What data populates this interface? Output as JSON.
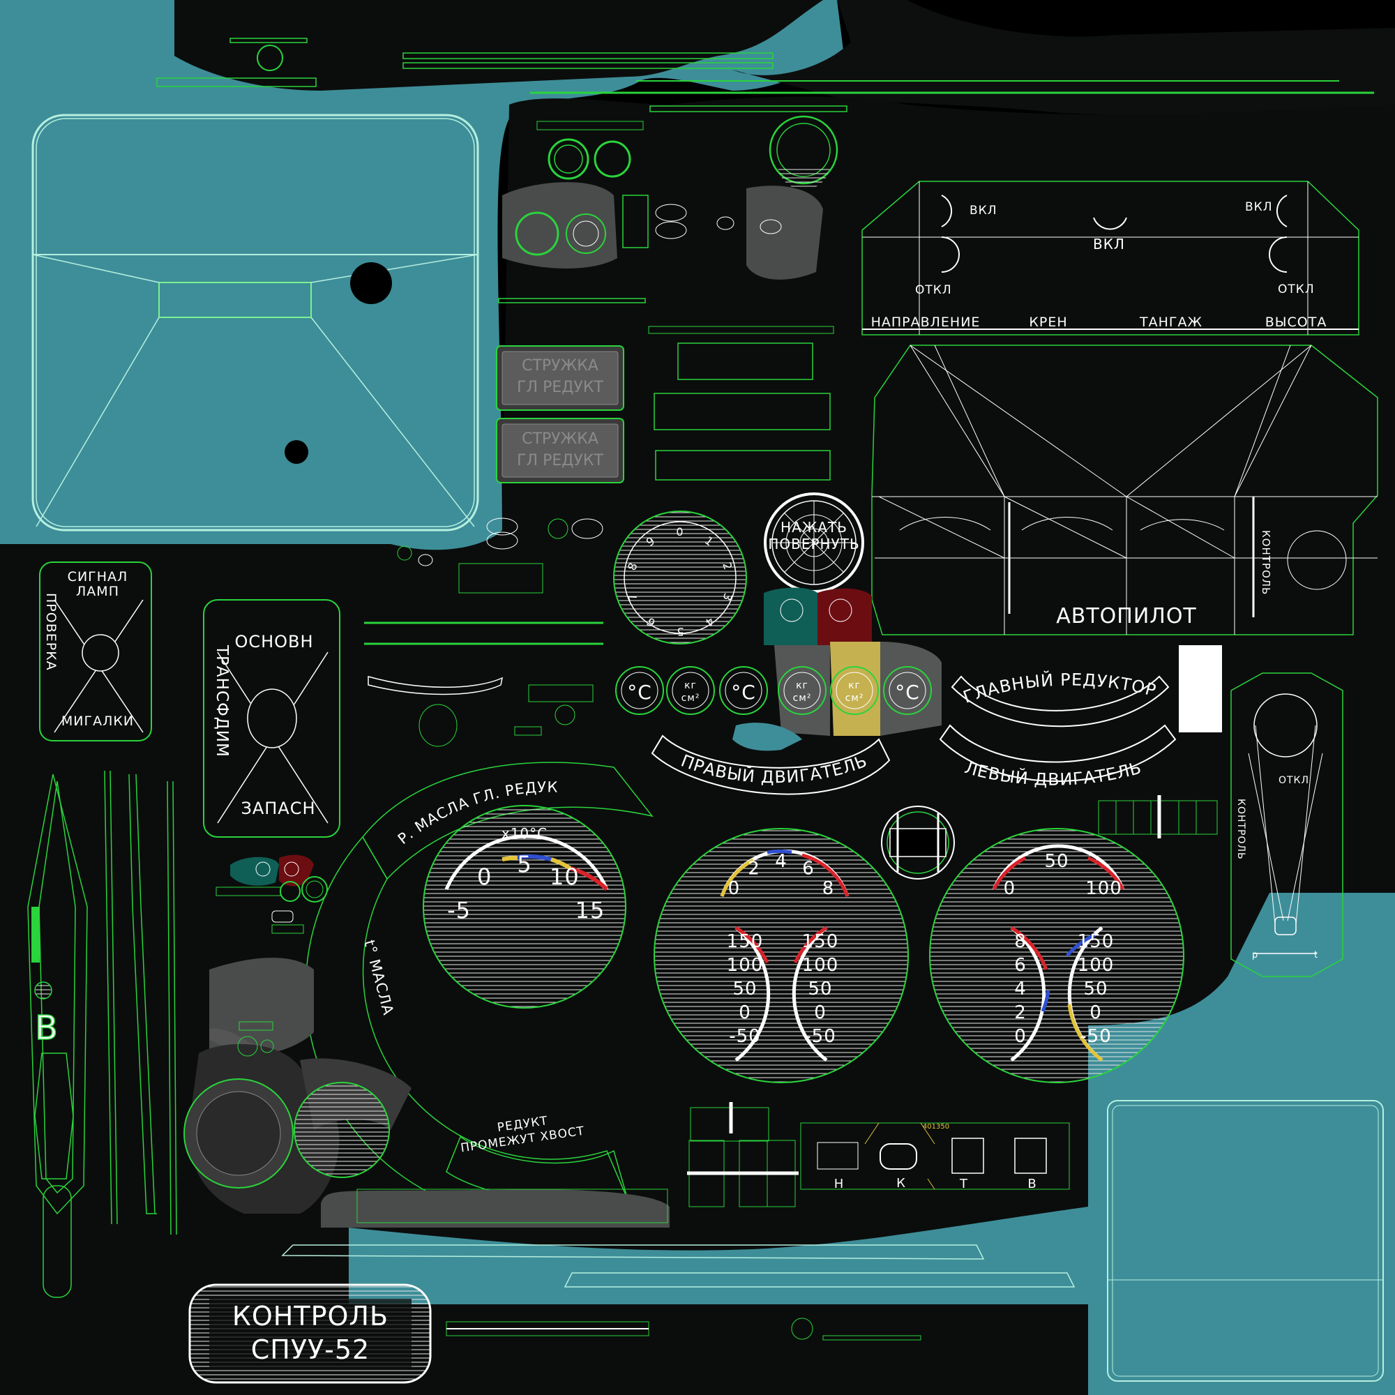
{
  "colors": {
    "teal": "#3e8e99",
    "panel": "#0b0d0c",
    "wire": "#2ad43c",
    "line": "#ffffff",
    "red": "#d8232a",
    "yellow": "#e3c43a",
    "blue": "#2f4fd0"
  },
  "labels": {
    "shavings_1": "СТРУЖКА",
    "shavings_2": "ГЛ РЕДУКТ",
    "ap_on_left": "ВКЛ",
    "ap_on_center": "ВКЛ",
    "ap_on_right": "ВКЛ",
    "ap_off_left": "ОТКЛ",
    "ap_off_right": "ОТКЛ",
    "ap_direction": "НАПРАВЛЕНИЕ",
    "ap_roll": "КРЕН",
    "ap_pitch": "ТАНГАЖ",
    "ap_altitude": "ВЫСОТА",
    "autopilot": "АВТОПИЛОТ",
    "ap_control": "КОНТРОЛЬ",
    "press_turn_1": "НАЖАТЬ",
    "press_turn_2": "ПОВЕРНУТЬ",
    "signal_1": "СИГНАЛ",
    "signal_2": "ЛАМП",
    "check": "ПРОВЕРКА",
    "blinkers": "МИГАЛКИ",
    "main": "ОСНОВН",
    "transformer": "ТРАНСФДИМ",
    "reserve": "ЗАПАСН",
    "control_1": "КОНТРОЛЬ",
    "control_2": "СПУУ-52",
    "oil_press": "Р. МАСЛА ГЛ. РЕДУК",
    "oil_temp": "t° МАСЛА",
    "reductor_1": "РЕДУКТ",
    "reductor_2": "ПРОМЕЖУТ ХВОСТ",
    "right_engine": "ПРАВЫЙ ДВИГАТЕЛЬ",
    "left_engine": "ЛЕВЫЙ ДВИГАТЕЛЬ",
    "main_reductor": "ГЛАВНЫЙ РЕДУКТОР",
    "right_off": "ОТКЛ",
    "right_control": "КОНТРОЛЬ",
    "right_p": "р",
    "right_t": "t",
    "unit_c": "°С",
    "unit_kg_1": "кг",
    "unit_kg_2": "см²",
    "scale_mult": "x10°С",
    "serial": "401350",
    "mode_n": "Н",
    "mode_k": "К",
    "mode_t": "Т",
    "mode_v": "В"
  },
  "gauge_temp": {
    "ticks": [
      "-5",
      "0",
      "5",
      "10",
      "15"
    ]
  },
  "gauge_pair_left": {
    "top": [
      "0",
      "2",
      "4",
      "6",
      "8"
    ],
    "left": [
      "150",
      "100",
      "50",
      "0",
      "-50"
    ],
    "right": [
      "150",
      "100",
      "50",
      "0",
      "-50"
    ]
  },
  "gauge_pair_right": {
    "top": [
      "0",
      "50",
      "100"
    ],
    "left": [
      "8",
      "6",
      "4",
      "2",
      "0"
    ],
    "right": [
      "150",
      "100",
      "50",
      "0",
      "-50"
    ]
  },
  "dial_small": {
    "ticks": [
      "0",
      "1",
      "2",
      "3",
      "4",
      "5",
      "6",
      "7",
      "8",
      "9"
    ]
  }
}
